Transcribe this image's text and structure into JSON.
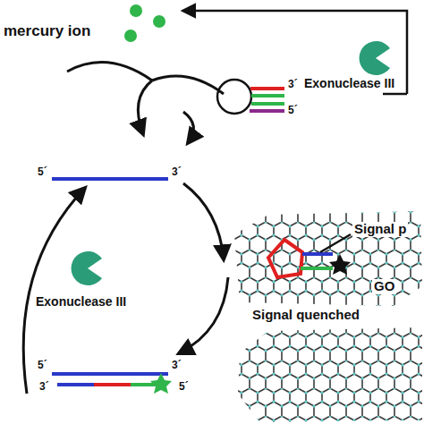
{
  "diagram": {
    "labels": [
      "mercury ion",
      "Exonuclease III",
      "3´",
      "5´",
      "5´",
      "3´",
      "Signal p",
      "GO",
      "Signal quenched",
      "Exonuclease III",
      "5´",
      "3´",
      "3´",
      "5´"
    ]
  }
}
